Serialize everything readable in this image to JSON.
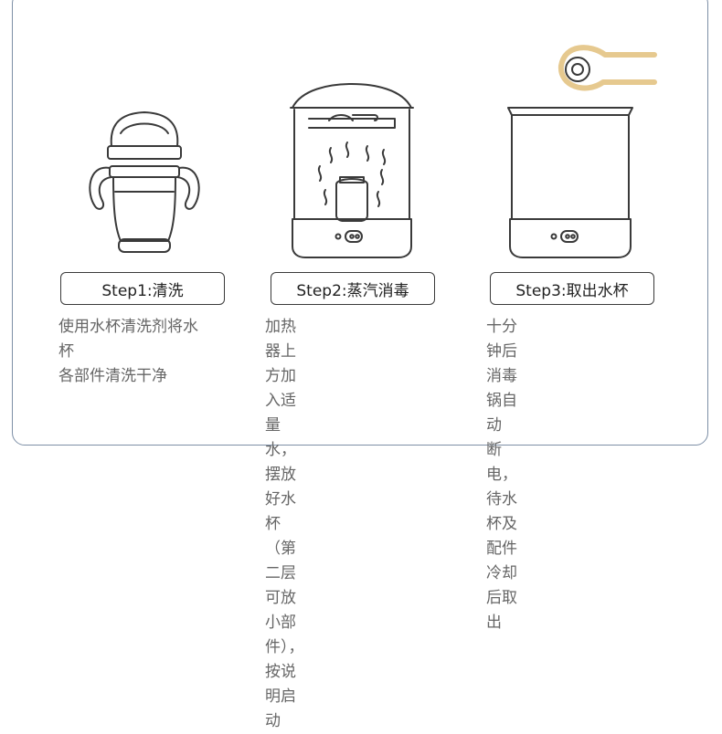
{
  "steps": [
    {
      "label": "Step1:清洗",
      "description": "使用水杯清洗剂将水杯\n各部件清洗干净",
      "icon": "sippy-cup-icon"
    },
    {
      "label": "Step2:蒸汽消毒",
      "description": "加热器上方加入适量水，\n摆放好水杯（第二层可放\n小部件），按说明启动",
      "icon": "steam-sterilizer-icon"
    },
    {
      "label": "Step3:取出水杯",
      "description": "十分钟后消毒锅自动\n断电，待水杯及配件\n冷却后取出",
      "icon": "sterilizer-tongs-icon"
    }
  ],
  "colors": {
    "frame": "#7d8fa6",
    "line": "#3a3a3a",
    "text": "#666666",
    "accent": "#e6c98f"
  }
}
